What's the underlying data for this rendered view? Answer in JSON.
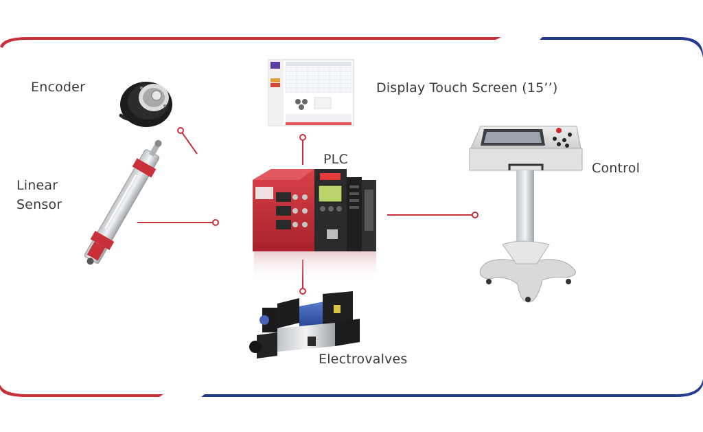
{
  "colors": {
    "accent_red": "#c8313a",
    "accent_blue": "#223b8f",
    "connector": "#c8313a",
    "label_text": "#3a3a3a"
  },
  "labels": {
    "encoder": "Encoder",
    "linear_sensor": "Linear\nSensor",
    "display": "Display Touch Screen (15’’)",
    "plc": "PLC",
    "control": "Control",
    "electrovalves": "Electrovalves"
  },
  "nodes": [
    {
      "id": "encoder",
      "icon": "rotary-encoder"
    },
    {
      "id": "linear_sensor",
      "icon": "linear-position-sensor"
    },
    {
      "id": "display",
      "icon": "touch-screen-display"
    },
    {
      "id": "plc",
      "icon": "plc-unit"
    },
    {
      "id": "control",
      "icon": "control-pedestal"
    },
    {
      "id": "electrovalves",
      "icon": "solenoid-valve"
    }
  ],
  "edges": [
    {
      "from": "plc",
      "to": "display"
    },
    {
      "from": "plc",
      "to": "electrovalves"
    },
    {
      "from": "plc",
      "to": "control"
    },
    {
      "from": "plc",
      "to": "linear_sensor"
    },
    {
      "from": "encoder",
      "to": "plc"
    }
  ]
}
